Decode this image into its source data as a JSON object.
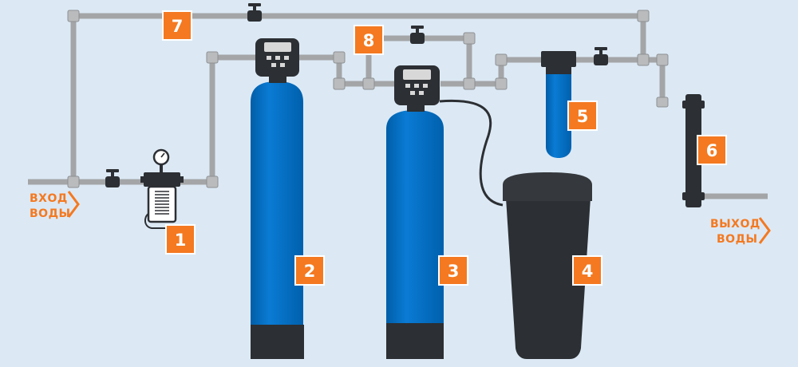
{
  "colors": {
    "background": "#dce9f5",
    "pipe": "#a7a9ab",
    "pipe_edge": "#8e9092",
    "tank_blue": "#0072c9",
    "tank_blue_dark": "#005fab",
    "dark": "#2c2f33",
    "badge": "#f47920",
    "flow_text": "#f47920"
  },
  "inlet": {
    "line1": "ВХОД",
    "line2": "ВОДЫ"
  },
  "outlet": {
    "line1": "ВЫХОД",
    "line2": "ВОДЫ"
  },
  "badges": {
    "b1": "1",
    "b2": "2",
    "b3": "3",
    "b4": "4",
    "b5": "5",
    "b6": "6",
    "b7": "7",
    "b8": "8"
  },
  "components": [
    {
      "id": "1",
      "icon": "mechanical-prefilter-with-gauge-icon"
    },
    {
      "id": "2",
      "icon": "filter-tank-with-control-head-icon"
    },
    {
      "id": "3",
      "icon": "softener-tank-with-control-head-icon"
    },
    {
      "id": "4",
      "icon": "brine-tank-icon"
    },
    {
      "id": "5",
      "icon": "cartridge-filter-housing-icon"
    },
    {
      "id": "6",
      "icon": "uv-sterilizer-icon"
    },
    {
      "id": "7",
      "icon": "bypass-line-icon"
    },
    {
      "id": "8",
      "icon": "bypass-line-icon"
    }
  ]
}
